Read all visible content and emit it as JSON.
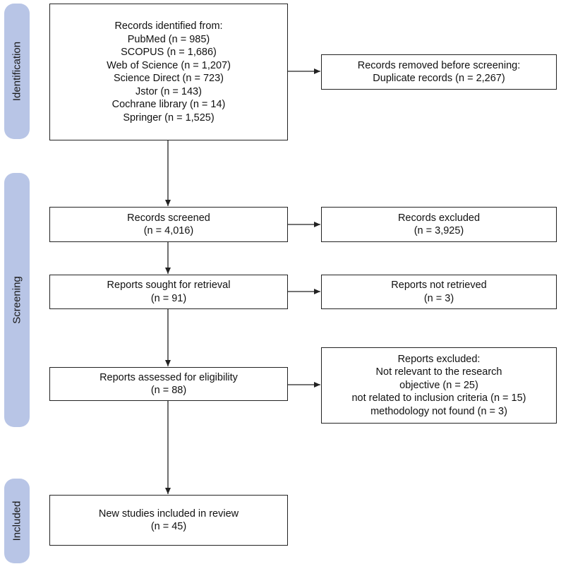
{
  "phases": {
    "identification": "Identification",
    "screening": "Screening",
    "included": "Included"
  },
  "identified": {
    "heading": "Records identified from:",
    "sources": [
      "PubMed (n = 985)",
      "SCOPUS (n = 1,686)",
      "Web of Science (n = 1,207)",
      "Science Direct (n = 723)",
      "Jstor (n = 143)",
      "Cochrane library (n = 14)",
      "Springer (n = 1,525)"
    ]
  },
  "removed": {
    "line1": "Records removed before screening:",
    "line2": "Duplicate records (n = 2,267)"
  },
  "screened": {
    "line1": "Records screened",
    "line2": "(n = 4,016)"
  },
  "excluded": {
    "line1": "Records excluded",
    "line2": "(n = 3,925)"
  },
  "sought": {
    "line1": "Reports sought for retrieval",
    "line2": "(n = 91)"
  },
  "not_retrieved": {
    "line1": "Reports not retrieved",
    "line2": "(n = 3)"
  },
  "assessed": {
    "line1": "Reports assessed for eligibility",
    "line2": "(n = 88)"
  },
  "reports_excluded": {
    "lines": [
      "Reports excluded:",
      "Not relevant to the research",
      "objective (n = 25)",
      "not related to inclusion criteria (n = 15)",
      "methodology not found (n = 3)"
    ]
  },
  "included": {
    "line1": "New studies included in review",
    "line2": "(n = 45)"
  }
}
